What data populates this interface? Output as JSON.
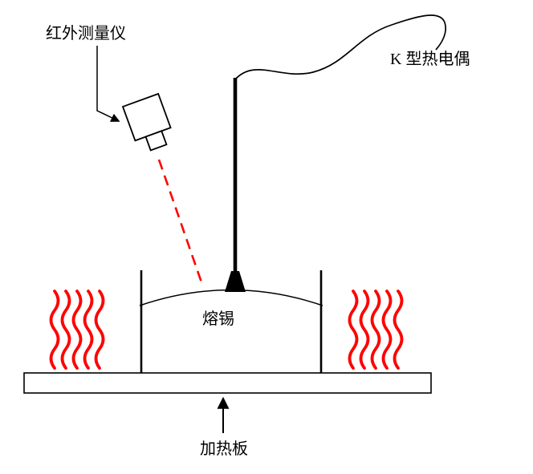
{
  "diagram": {
    "labels": {
      "infrared_meter": "红外测量仪",
      "thermocouple": "K 型热电偶",
      "molten_solder": "熔锡",
      "heating_plate": "加热板"
    },
    "colors": {
      "heat": "#ff0000",
      "line": "#000000",
      "background": "#ffffff"
    }
  }
}
